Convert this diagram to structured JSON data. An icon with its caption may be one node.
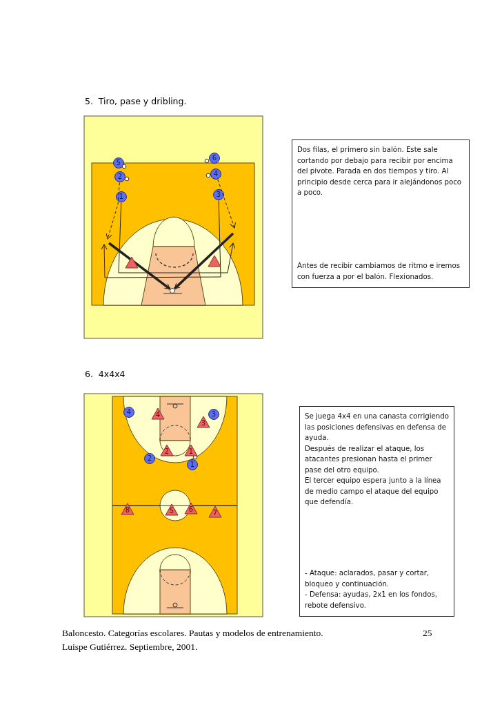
{
  "diagram": {
    "nodes": [
      {
        "text": [
          "5"
        ]
      },
      {
        "text": [
          "6"
        ]
      },
      {
        "text": [
          "2"
        ]
      },
      {
        "text": [
          "4"
        ]
      },
      {
        "text": [
          "1"
        ]
      },
      {
        "text": [
          "3"
        ]
      },
      {
        "text": [],
        "shape": "triangle"
      },
      {
        "text": [],
        "shape": "triangle"
      },
      {
        "text": [],
        "shape": "circle"
      },
      {
        "text": [
          "Dos filas, el primero sin balón. Este sale cortando por debajo para recibir por encima del pivote. Parada en dos tiempos y tiro. Al principio desde cerca para ir alejándonos poco a poco.",
          "Antes de recibir cambiamos de ritmo e iremos con fuerza a por el balón. Flexionados."
        ]
      },
      {
        "text": [
          "4"
        ]
      },
      {
        "text": [
          "4"
        ]
      },
      {
        "text": [
          "3"
        ]
      },
      {
        "text": [
          "3"
        ]
      },
      {
        "text": [
          "2"
        ]
      },
      {
        "text": [
          "1"
        ]
      },
      {
        "text": [
          "2"
        ]
      },
      {
        "text": [
          "1"
        ]
      },
      {
        "text": [
          "8"
        ]
      },
      {
        "text": [
          "5"
        ]
      },
      {
        "text": [
          "6"
        ]
      },
      {
        "text": [
          "7"
        ]
      },
      {
        "text": [
          "Se juega 4x4 en una canasta corrigiendo las posiciones defensivas en defensa de ayuda.",
          "Después de realizar el ataque, los atacantes presionan hasta el primer pase del otro equipo.",
          "El tercer equipo espera junto a la línea de medio campo el ataque del equipo que defendía.",
          "- Ataque: aclarados, pasar y cortar, bloqueo y continuación.",
          "- Defensa: ayudas, 2x1 en los fondos, rebote defensivo."
        ]
      }
    ],
    "edges": [
      {
        "from": 2,
        "to": null,
        "arrow": "to",
        "style": "dashed"
      },
      {
        "from": 4,
        "to": null,
        "arrow": "to"
      },
      {
        "from": null,
        "to": 8,
        "arrow": "to",
        "style": "thick"
      },
      {
        "from": 3,
        "to": null,
        "arrow": "to",
        "style": "dashed"
      },
      {
        "from": 5,
        "to": null,
        "arrow": "to"
      },
      {
        "from": null,
        "to": 8,
        "arrow": "to",
        "style": "thick"
      }
    ],
    "labels": [
      "5.  Tiro, pase y dribling.",
      "6.  4x4x4",
      "Baloncesto. Categorías escolares. Pautas y modelos de entrenamiento.",
      "25",
      "Luispe Gutiérrez. Septiembre, 2001."
    ]
  }
}
